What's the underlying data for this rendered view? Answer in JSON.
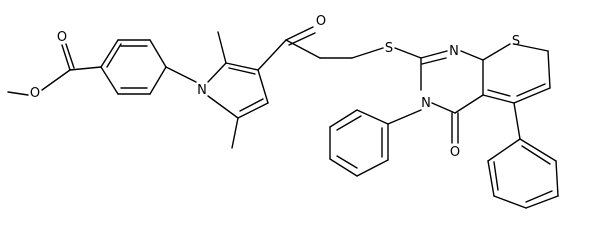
{
  "molecule": {
    "atom_labels": {
      "ester_carbonyl_o": "O",
      "ester_ether_o": "O",
      "pyrrole_n": "N",
      "ketone_o": "O",
      "thioether_s": "S",
      "pyrimidine_n": "N",
      "phenyl_n": "N",
      "thiophene_s": "S",
      "pyrimidinone_o": "O"
    }
  }
}
